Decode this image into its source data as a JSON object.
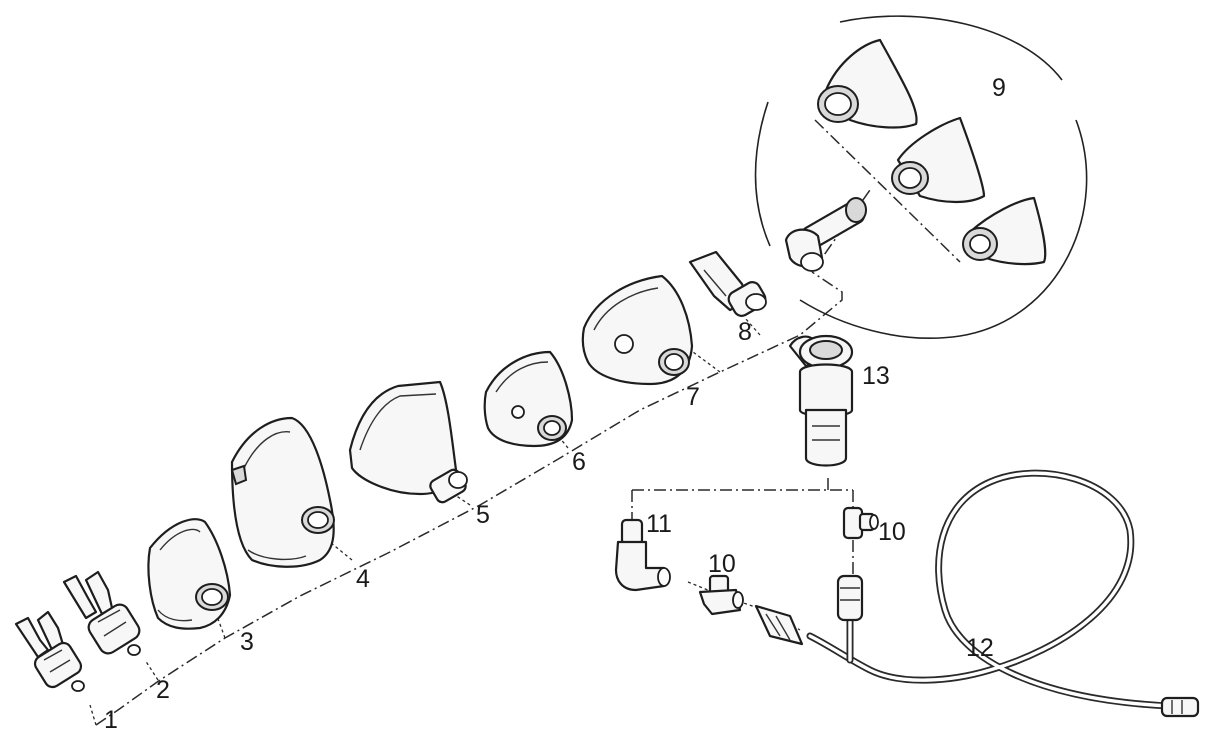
{
  "diagram": {
    "labels": {
      "part_1": "1",
      "part_2": "2",
      "part_3": "3",
      "part_4": "4",
      "part_5": "5",
      "part_6": "6",
      "part_7": "7",
      "part_8": "8",
      "part_9": "9",
      "part_10_left": "10",
      "part_10_right": "10",
      "part_11": "11",
      "part_12": "12",
      "part_13": "13"
    }
  }
}
